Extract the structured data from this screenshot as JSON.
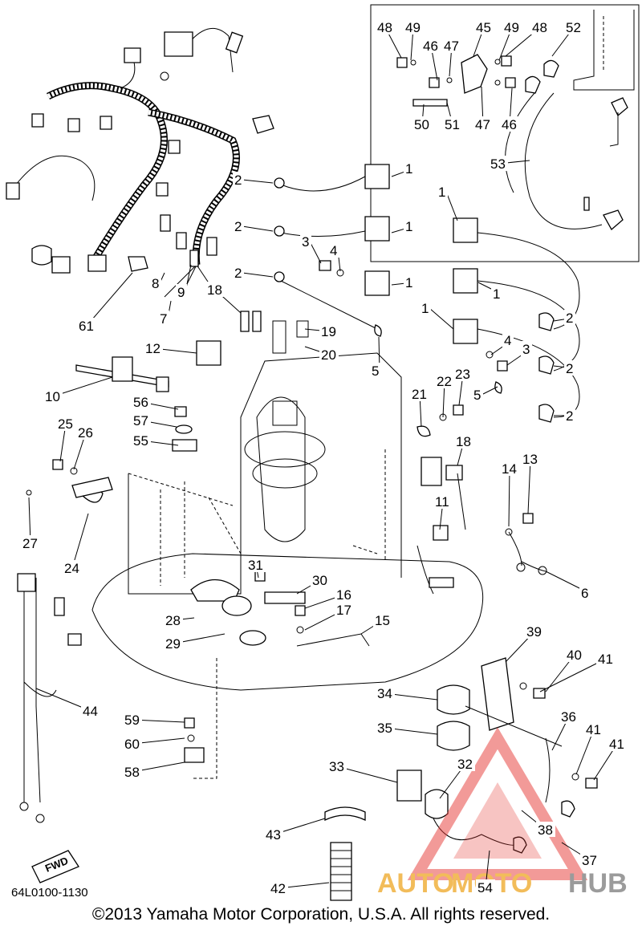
{
  "callouts": [
    {
      "id": "1",
      "label": "1"
    },
    {
      "id": "2",
      "label": "2"
    },
    {
      "id": "3",
      "label": "3"
    },
    {
      "id": "4",
      "label": "4"
    },
    {
      "id": "5",
      "label": "5"
    },
    {
      "id": "6",
      "label": "6"
    },
    {
      "id": "7",
      "label": "7"
    },
    {
      "id": "8",
      "label": "8"
    },
    {
      "id": "9",
      "label": "9"
    },
    {
      "id": "10",
      "label": "10"
    },
    {
      "id": "11",
      "label": "11"
    },
    {
      "id": "12",
      "label": "12"
    },
    {
      "id": "13",
      "label": "13"
    },
    {
      "id": "14",
      "label": "14"
    },
    {
      "id": "15",
      "label": "15"
    },
    {
      "id": "16",
      "label": "16"
    },
    {
      "id": "17",
      "label": "17"
    },
    {
      "id": "18",
      "label": "18"
    },
    {
      "id": "19",
      "label": "19"
    },
    {
      "id": "20",
      "label": "20"
    },
    {
      "id": "21",
      "label": "21"
    },
    {
      "id": "22",
      "label": "22"
    },
    {
      "id": "23",
      "label": "23"
    },
    {
      "id": "24",
      "label": "24"
    },
    {
      "id": "25",
      "label": "25"
    },
    {
      "id": "26",
      "label": "26"
    },
    {
      "id": "27",
      "label": "27"
    },
    {
      "id": "28",
      "label": "28"
    },
    {
      "id": "29",
      "label": "29"
    },
    {
      "id": "30",
      "label": "30"
    },
    {
      "id": "31",
      "label": "31"
    },
    {
      "id": "32",
      "label": "32"
    },
    {
      "id": "33",
      "label": "33"
    },
    {
      "id": "34",
      "label": "34"
    },
    {
      "id": "35",
      "label": "35"
    },
    {
      "id": "36",
      "label": "36"
    },
    {
      "id": "37",
      "label": "37"
    },
    {
      "id": "38",
      "label": "38"
    },
    {
      "id": "39",
      "label": "39"
    },
    {
      "id": "40",
      "label": "40"
    },
    {
      "id": "41",
      "label": "41"
    },
    {
      "id": "42",
      "label": "42"
    },
    {
      "id": "43",
      "label": "43"
    },
    {
      "id": "44",
      "label": "44"
    },
    {
      "id": "45",
      "label": "45"
    },
    {
      "id": "46",
      "label": "46"
    },
    {
      "id": "47",
      "label": "47"
    },
    {
      "id": "48",
      "label": "48"
    },
    {
      "id": "49",
      "label": "49"
    },
    {
      "id": "50",
      "label": "50"
    },
    {
      "id": "51",
      "label": "51"
    },
    {
      "id": "52",
      "label": "52"
    },
    {
      "id": "53",
      "label": "53"
    },
    {
      "id": "54",
      "label": "54"
    },
    {
      "id": "55",
      "label": "55"
    },
    {
      "id": "56",
      "label": "56"
    },
    {
      "id": "57",
      "label": "57"
    },
    {
      "id": "58",
      "label": "58"
    },
    {
      "id": "59",
      "label": "59"
    },
    {
      "id": "60",
      "label": "60"
    },
    {
      "id": "61",
      "label": "61"
    }
  ],
  "fwd_label": "FWD",
  "doc_code": "64L0100-1130",
  "copyright": "©2013 Yamaha Motor Corporation, U.S.A. All rights reserved.",
  "watermark": {
    "part1": "AUTO",
    "part2": "MOTO",
    "part3": "HUB",
    "color_primary": "#f0b13e",
    "color_secondary": "#8a8a8a",
    "triangle_color": "#e53935"
  }
}
